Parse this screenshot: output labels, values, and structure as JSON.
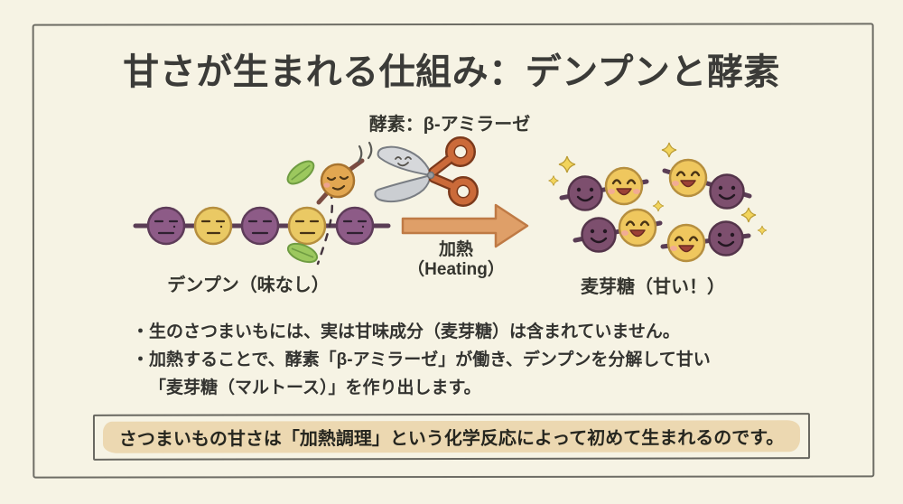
{
  "title": "甘さが生まれる仕組み：デンプンと酵素",
  "diagram": {
    "enzyme_label": "酵素：β-アミラーゼ",
    "starch_label": "デンプン（味なし）",
    "heating_label_jp": "加熱",
    "heating_label_en": "（Heating）",
    "maltose_label": "麦芽糖（甘い！）",
    "starch_chain": {
      "units": [
        "purple",
        "yellow",
        "purple",
        "yellow",
        "purple"
      ],
      "mood": "neutral"
    },
    "detached_unit": {
      "color": "orange-yellow",
      "mood": "happy"
    },
    "maltose_pairs": [
      {
        "left": "purple",
        "right": "yellow"
      },
      {
        "left": "yellow",
        "right": "purple"
      },
      {
        "left": "purple",
        "right": "yellow"
      },
      {
        "left": "yellow",
        "right": "purple"
      }
    ]
  },
  "bullets": {
    "items": [
      {
        "text": "・生のさつまいもには、実は甘味成分（麦芽糖）は含まれていません。"
      },
      {
        "text": "・加熱することで、酵素「β-アミラーゼ」が働き、デンプンを分解して甘い\n「麦芽糖（マルトース）」を作り出します。"
      }
    ]
  },
  "conclusion": {
    "text": "さつまいもの甘さは「加熱調理」という化学反応によって初めて生まれるのです。"
  },
  "colors": {
    "background": "#f6f3e4",
    "frame": "#6e6d65",
    "text": "#3a3a36",
    "starch_purple": "#8d5b87",
    "starch_yellow": "#eac964",
    "maltose_purple": "#7d4f6e",
    "maltose_yellow": "#efc75e",
    "detached_orange": "#e2a751",
    "bond": "#5a3d55",
    "arrow_orange": "#df9f68",
    "scissors_handle": "#cb6a39",
    "scissors_blade": "#cbced2",
    "leaf_green": "#9cc85e",
    "sparkle_yellow": "#f2d45c",
    "highlight_tan": "#ecd8b1"
  }
}
